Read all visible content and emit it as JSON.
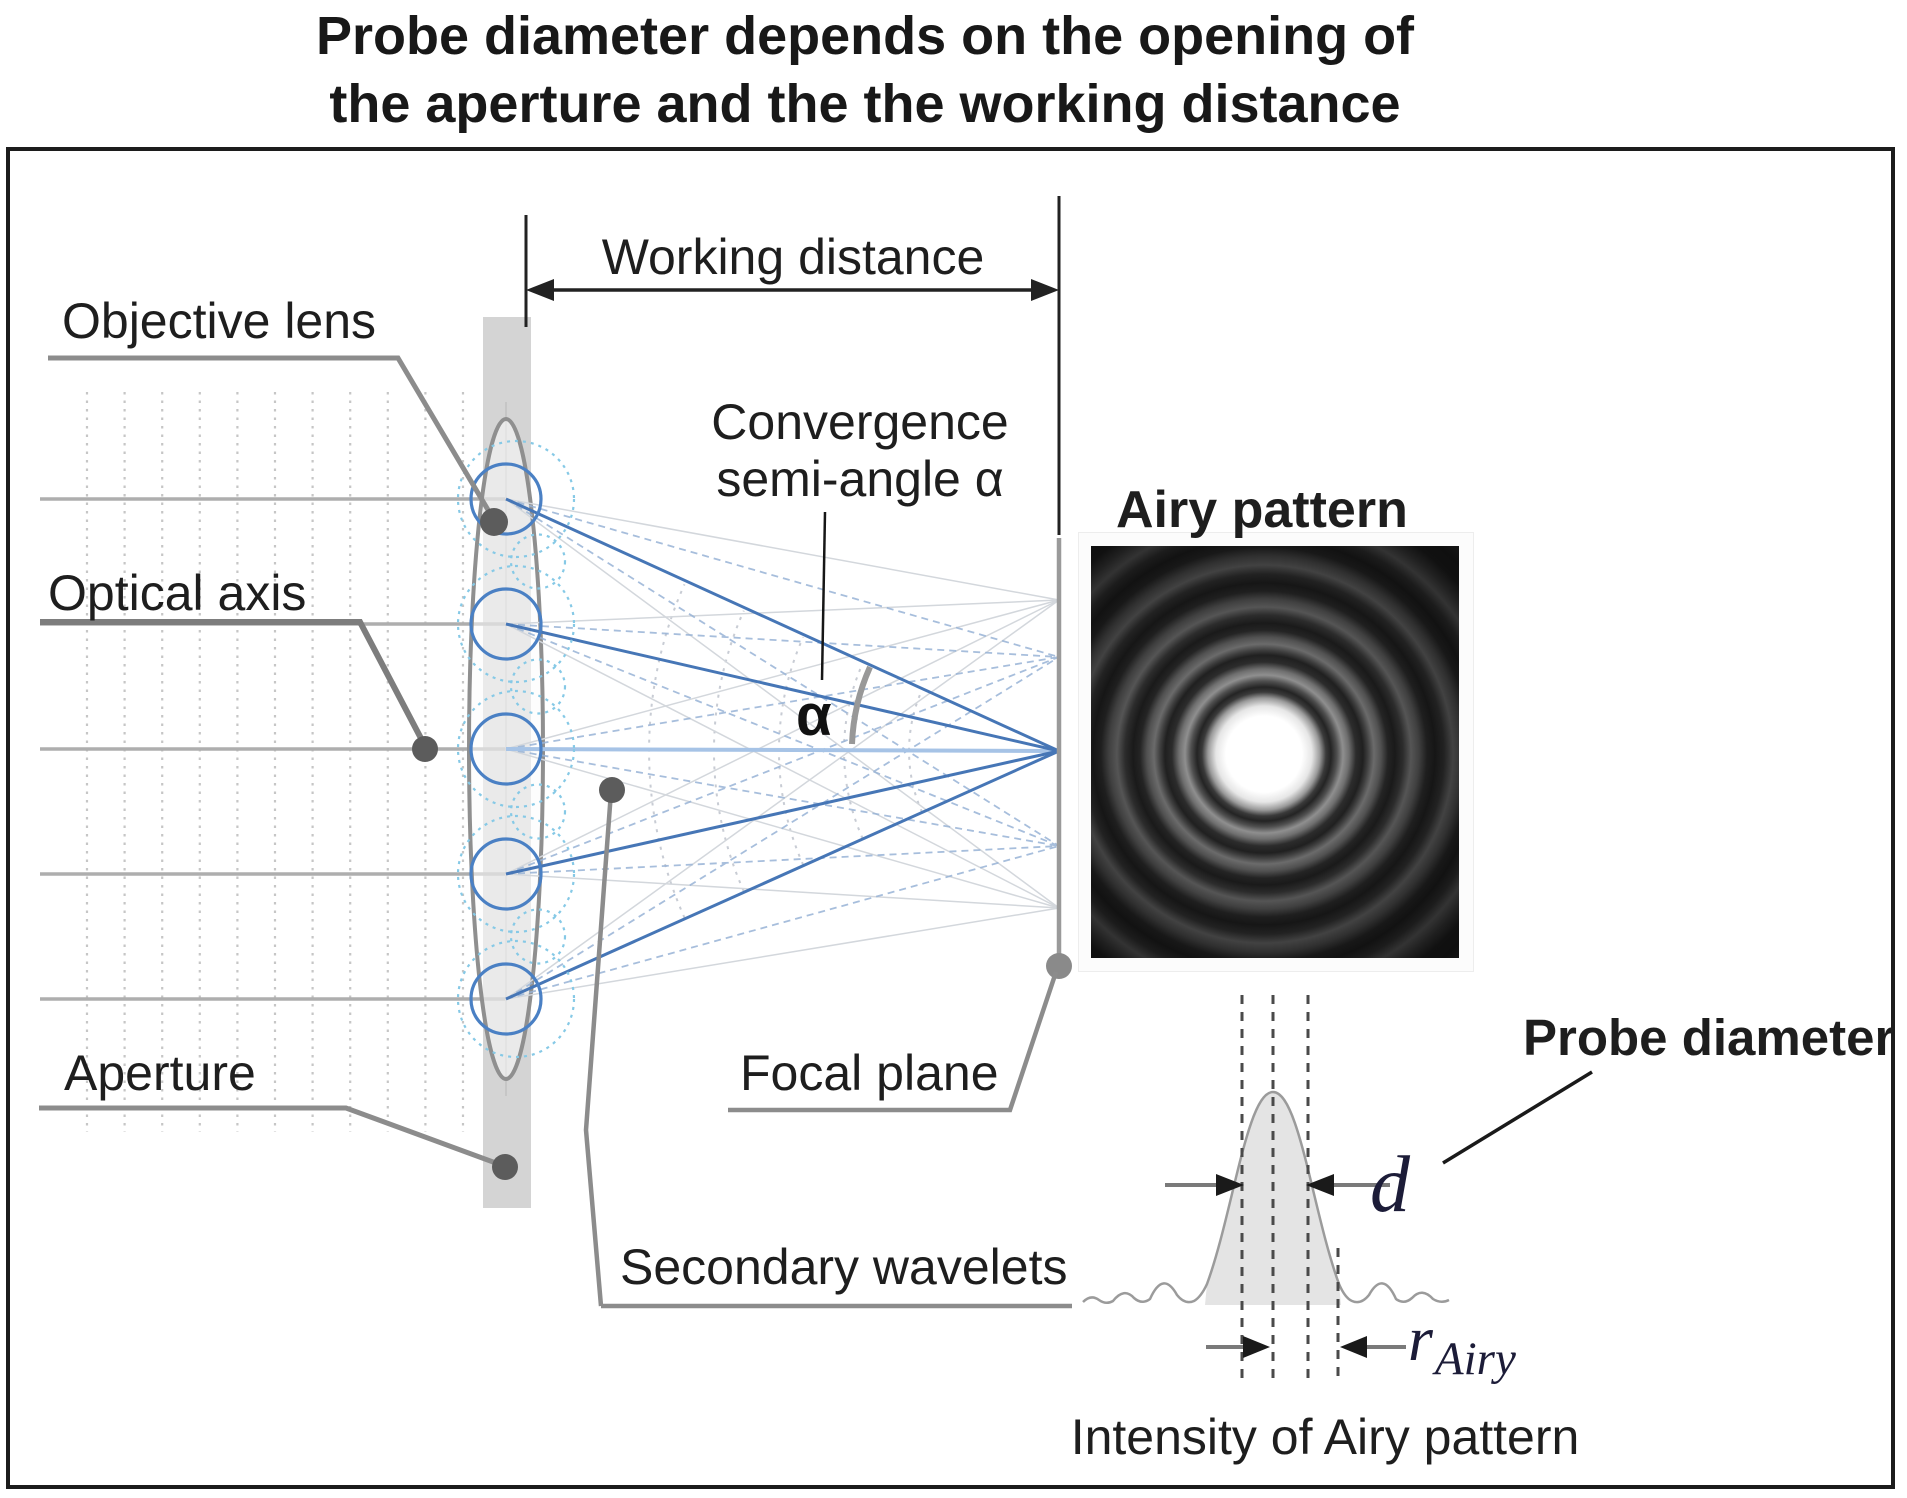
{
  "title": {
    "line1": "Probe diameter depends on the opening of",
    "line2": "the aperture and the the working distance"
  },
  "diagram": {
    "working_distance_label": "Working distance",
    "objective_lens_label": "Objective lens",
    "optical_axis_label": "Optical axis",
    "aperture_label": "Aperture",
    "convergence_label_line1": "Convergence",
    "convergence_label_line2": "semi-angle α",
    "alpha_symbol": "α",
    "focal_plane_label": "Focal plane",
    "secondary_wavelets_label": "Secondary wavelets",
    "ray_count": 5
  },
  "airy": {
    "panel_title": "Airy pattern"
  },
  "intensity": {
    "probe_diameter_label": "Probe diameter",
    "d_label": "d",
    "r_label": "r",
    "r_sub": "Airy",
    "caption": "Intensity of Airy pattern"
  },
  "colors": {
    "ray_blue": "#4676b6",
    "axis_blue": "#a6c3e6",
    "wavelet_cyan": "#86c9e6",
    "leader_gray": "#8c8c8c",
    "aperture_gray": "#d4d4d4",
    "text": "#1e1e1e"
  }
}
